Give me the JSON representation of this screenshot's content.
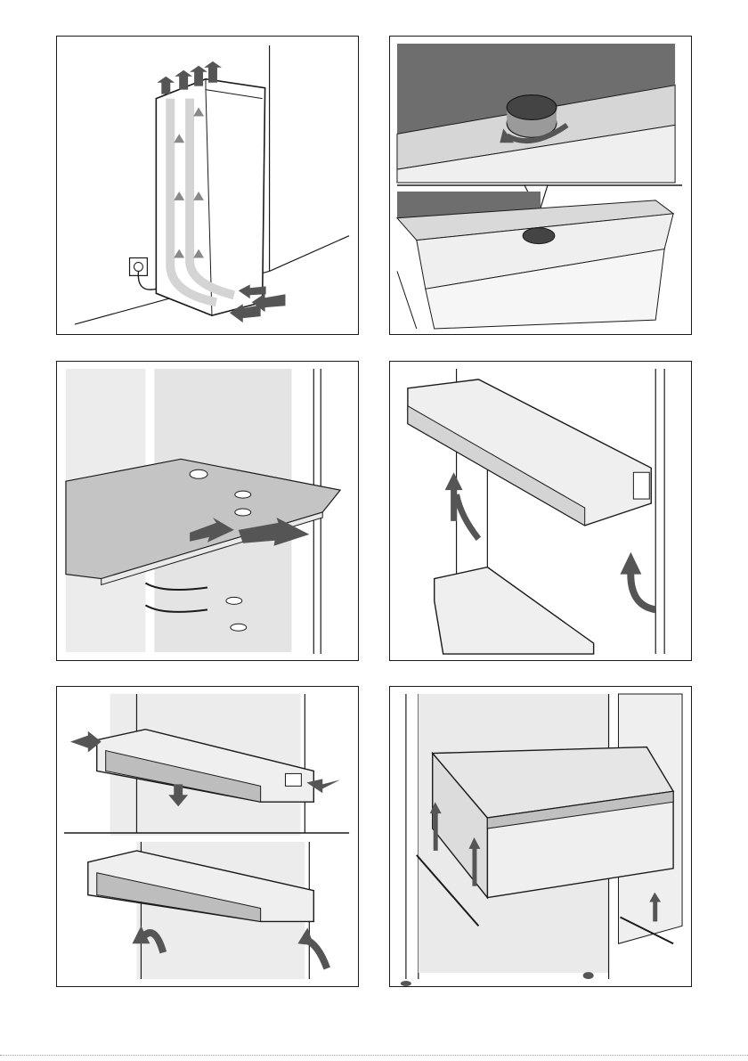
{
  "page": {
    "panels": [
      {
        "id": "ventilation",
        "icon": "refrigerator-airflow-illustration"
      },
      {
        "id": "temperature-knob",
        "icon": "rotary-control-knob-illustration"
      },
      {
        "id": "glass-shelf",
        "icon": "glass-shelf-removal-illustration"
      },
      {
        "id": "door-rack",
        "icon": "door-rack-lift-illustration"
      },
      {
        "id": "door-rack-adjust",
        "icon": "door-rack-side-buttons-illustration"
      },
      {
        "id": "freezer-drawer",
        "icon": "drawer-removal-illustration"
      }
    ],
    "colors": {
      "line": "#1a1a1a",
      "grey_light": "#ececec",
      "grey_mid": "#d0d0d0",
      "grey_dark": "#6e6e6e",
      "arrow": "#555555"
    }
  }
}
